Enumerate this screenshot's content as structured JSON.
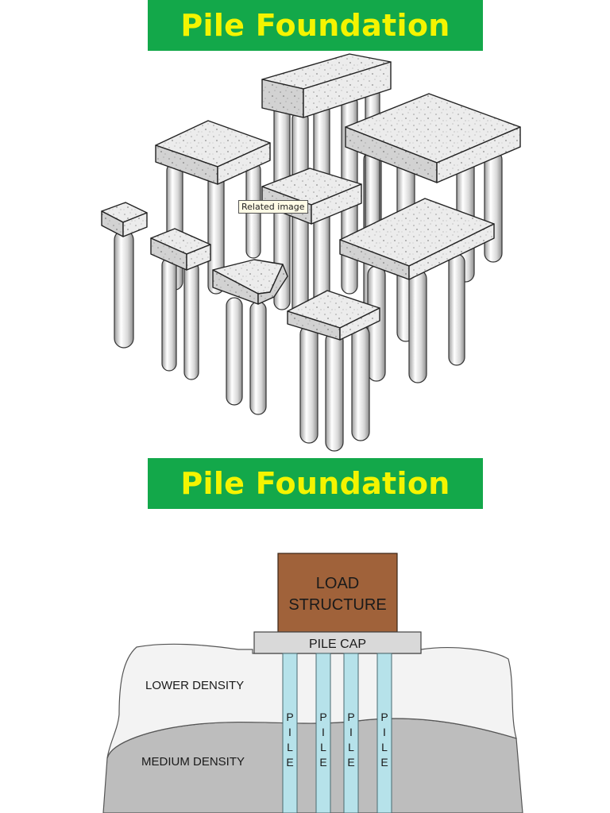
{
  "slides": [
    {
      "title": "Pile Foundation",
      "tooltip": "Related image"
    },
    {
      "title": "Pile Foundation"
    }
  ],
  "diagram": {
    "load_structure_line1": "LOAD",
    "load_structure_line2": "STRUCTURE",
    "pile_cap": "PILE CAP",
    "lower_density": "LOWER DENSITY",
    "medium_density": "MEDIUM DENSITY",
    "pile_letters": [
      "P",
      "I",
      "L",
      "E"
    ]
  },
  "colors": {
    "banner_green": "#13a84a",
    "banner_text": "#f4f400",
    "load_brown": "#a0623a",
    "pile_blue": "#b6e2ea",
    "cap_grey": "#d9d9d9",
    "soil_upper": "#f3f3f3",
    "soil_medium": "#bdbdbd"
  }
}
